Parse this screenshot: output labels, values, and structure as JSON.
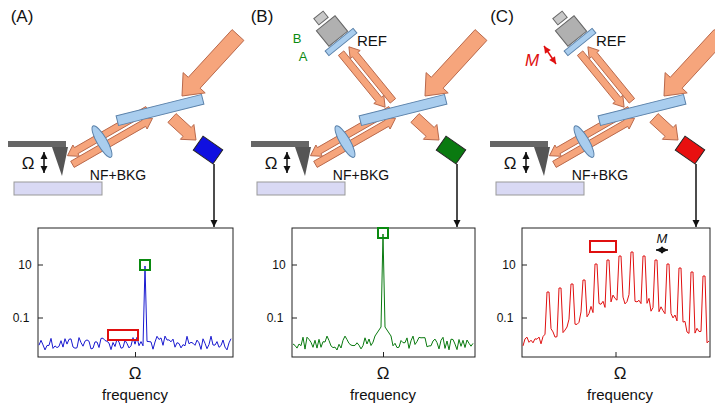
{
  "diagram": {
    "labels": [
      "(A)",
      "Ω",
      "NF+BKG",
      "10",
      "0.1",
      "Ω",
      "frequency",
      "(B)",
      "B",
      "A",
      "REF",
      "Ω",
      "NF+BKG",
      "10",
      "0.1",
      "Ω",
      "frequency",
      "(C)",
      "M",
      "REF",
      "M",
      "Ω",
      "NF+BKG",
      "10",
      "0.1",
      "Ω",
      "frequency"
    ]
  }
}
